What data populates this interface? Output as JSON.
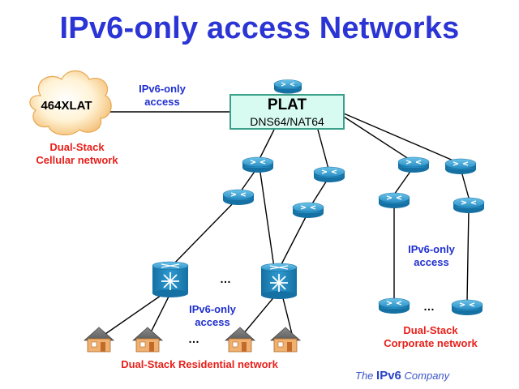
{
  "title": "IPv6-only access Networks",
  "cloud": {
    "label": "464XLAT"
  },
  "plat": {
    "title": "PLAT",
    "subtitle": "DNS64/NAT64"
  },
  "labels": {
    "top_access_line1": "IPv6-only",
    "top_access_line2": "access",
    "cellular_line1": "Dual-Stack",
    "cellular_line2": "Cellular network",
    "mid_access_line1": "IPv6-only",
    "mid_access_line2": "access",
    "right_access_line1": "IPv6-only",
    "right_access_line2": "access",
    "residential": "Dual-Stack Residential network",
    "corporate_line1": "Dual-Stack",
    "corporate_line2": "Corporate network"
  },
  "ellipsis": "…",
  "brand": {
    "prefix": "The",
    "name": "IPv6",
    "suffix": "Company"
  },
  "colors": {
    "title": "#2b34d4",
    "label_blue": "#1f2fcf",
    "label_red": "#e8201a",
    "router": "#1e86b8",
    "plat_fill": "#d7fbf1"
  }
}
